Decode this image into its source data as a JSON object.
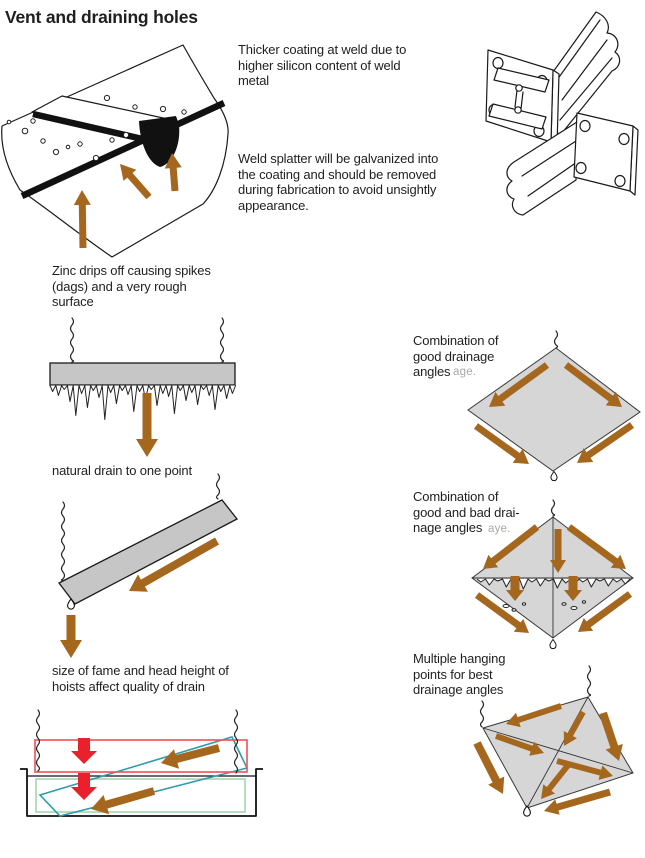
{
  "title": "Vent and draining holes",
  "colors": {
    "text": "#1f1f1f",
    "ghost_text": "#a8a8a8",
    "line": "#1a1a1a",
    "arrow_brown": "#a5671d",
    "arrow_red": "#e8212d",
    "frame_red_outline": "#f05a60",
    "item_teal_outline": "#2e9baa",
    "submerged_green_outline": "#a9d9b2",
    "steel_grey": "#c6c6c6",
    "panel_grey": "#d6d6d6"
  },
  "notes": {
    "thicker_coating": [
      "Thicker coating at weld due to",
      "higher silicon content of weld",
      "metal"
    ],
    "weld_splatter": [
      "Weld splatter will be galvanized into",
      "the coating and should be removed",
      "during fabrication to avoid unsightly",
      "appearance."
    ],
    "zinc_drips": [
      "Zinc drips off causing spikes",
      "(dags) and a very rough",
      "surface"
    ],
    "natural_drain": [
      "natural drain to one point"
    ],
    "frame_size": [
      "size of fame and head height of",
      "hoists affect quality of drain"
    ],
    "good_angles": [
      "Combination of",
      "good drainage",
      "angles"
    ],
    "good_bad_angles": [
      "Combination of",
      "good and bad drai-",
      "nage angles"
    ],
    "multi_hanging": [
      "Multiple hanging",
      "points for best",
      "drainage angles"
    ],
    "ghost_age": "age.",
    "ghost_aye": "aye."
  }
}
